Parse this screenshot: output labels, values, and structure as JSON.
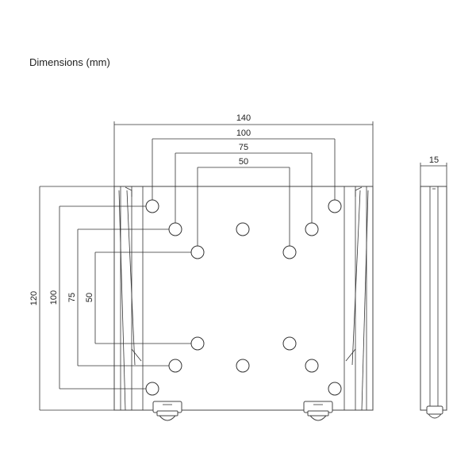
{
  "title": "Dimensions (mm)",
  "front_view": {
    "width_labels": [
      "140",
      "100",
      "75",
      "50"
    ],
    "height_labels": [
      "120",
      "100",
      "75",
      "50"
    ]
  },
  "side_view": {
    "depth_label": "15"
  }
}
